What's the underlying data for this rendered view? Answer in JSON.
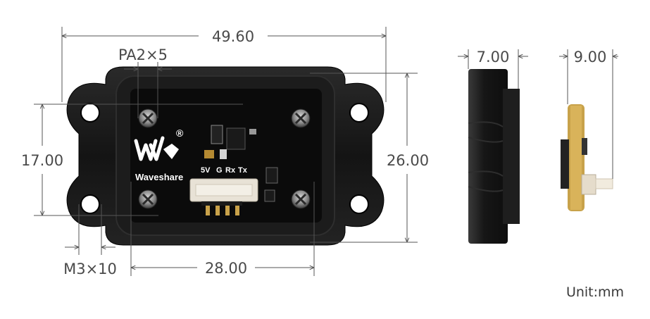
{
  "dimensions": {
    "total_width": "49.60",
    "pad_screw": "PA2×5",
    "side_width": "7.00",
    "side_depth": "9.00",
    "mount_height": "17.00",
    "board_height": "26.00",
    "mount_screw": "M3×10",
    "mount_spacing": "28.00"
  },
  "board": {
    "brand": "Waveshare",
    "registered_mark": "®",
    "pin_labels": [
      "5V",
      "G",
      "Rx",
      "Tx"
    ]
  },
  "unit_label": "Unit:mm",
  "colors": {
    "housing": "#1a1a1a",
    "pcb": "#0b0b0b",
    "connector": "#e8e2d6",
    "pins": "#c9a24a",
    "dimension_line": "#555555",
    "dimension_text": "#4a4a4a"
  }
}
